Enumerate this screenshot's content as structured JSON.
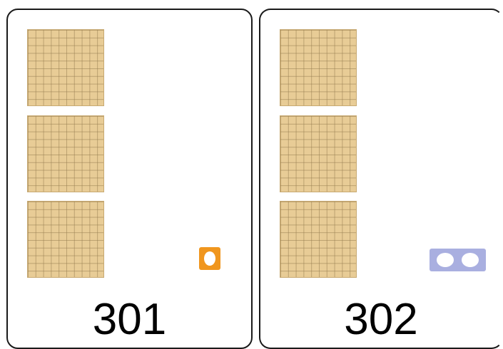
{
  "cards": [
    {
      "number": "301",
      "hundreds_flats": 3,
      "ones_units": 1,
      "ones_color": "#f0961e"
    },
    {
      "number": "302",
      "hundreds_flats": 3,
      "ones_units": 2,
      "ones_color": "#a9afe0"
    }
  ],
  "colors": {
    "flat_fill": "#e8cc96",
    "flat_grid": "#967d50",
    "border": "#1a1a1a"
  }
}
